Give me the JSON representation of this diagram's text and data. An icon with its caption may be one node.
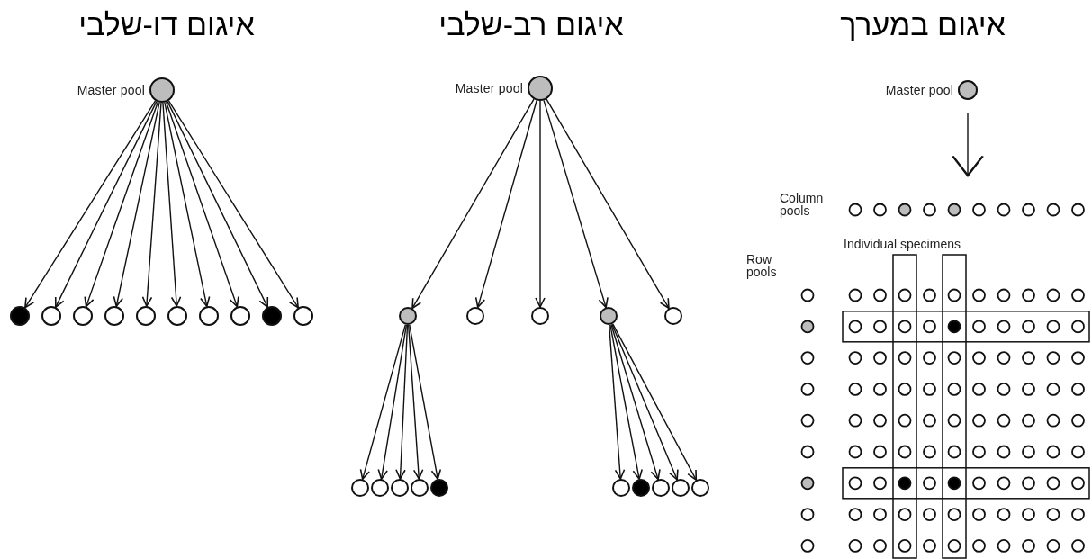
{
  "diagram": {
    "nodes": [
      {
        "text": [],
        "shape": "circle",
        "beside": [
          "Master pool"
        ]
      },
      {
        "text": [],
        "shape": "circle"
      },
      {
        "text": [],
        "shape": "circle"
      },
      {
        "text": [],
        "shape": "circle"
      },
      {
        "text": [],
        "shape": "circle"
      },
      {
        "text": [],
        "shape": "circle"
      },
      {
        "text": [],
        "shape": "circle"
      },
      {
        "text": [],
        "shape": "circle"
      },
      {
        "text": [],
        "shape": "circle"
      },
      {
        "text": [],
        "shape": "circle"
      },
      {
        "text": [],
        "shape": "circle"
      },
      {
        "text": [],
        "shape": "circle",
        "beside": [
          "Master pool"
        ]
      },
      {
        "text": [],
        "shape": "circle"
      },
      {
        "text": [],
        "shape": "circle"
      },
      {
        "text": [],
        "shape": "circle"
      },
      {
        "text": [],
        "shape": "circle"
      },
      {
        "text": [],
        "shape": "circle"
      },
      {
        "text": [],
        "shape": "circle"
      },
      {
        "text": [],
        "shape": "circle"
      },
      {
        "text": [],
        "shape": "circle"
      },
      {
        "text": [],
        "shape": "circle"
      },
      {
        "text": [],
        "shape": "circle"
      },
      {
        "text": [],
        "shape": "circle"
      },
      {
        "text": [],
        "shape": "circle"
      },
      {
        "text": [],
        "shape": "circle"
      },
      {
        "text": [],
        "shape": "circle"
      },
      {
        "text": [],
        "shape": "circle"
      },
      {
        "text": [],
        "shape": "circle",
        "beside": [
          "Master pool"
        ]
      }
    ],
    "edges": [
      {
        "from": 0,
        "to": 1,
        "arrow": "to"
      },
      {
        "from": 0,
        "to": 2,
        "arrow": "to"
      },
      {
        "from": 0,
        "to": 3,
        "arrow": "to"
      },
      {
        "from": 0,
        "to": 4,
        "arrow": "to"
      },
      {
        "from": 0,
        "to": 5,
        "arrow": "to"
      },
      {
        "from": 0,
        "to": 6,
        "arrow": "to"
      },
      {
        "from": 0,
        "to": 7,
        "arrow": "to"
      },
      {
        "from": 0,
        "to": 8,
        "arrow": "to"
      },
      {
        "from": 0,
        "to": 9,
        "arrow": "to"
      },
      {
        "from": 0,
        "to": 10,
        "arrow": "to"
      },
      {
        "from": 11,
        "to": 12,
        "arrow": "to"
      },
      {
        "from": 11,
        "to": 13,
        "arrow": "to"
      },
      {
        "from": 11,
        "to": 14,
        "arrow": "to"
      },
      {
        "from": 11,
        "to": 15,
        "arrow": "to"
      },
      {
        "from": 11,
        "to": 16,
        "arrow": "to"
      },
      {
        "from": 12,
        "to": 17,
        "arrow": "to"
      },
      {
        "from": 12,
        "to": 18,
        "arrow": "to"
      },
      {
        "from": 12,
        "to": 19,
        "arrow": "to"
      },
      {
        "from": 12,
        "to": 20,
        "arrow": "to"
      },
      {
        "from": 12,
        "to": 21,
        "arrow": "to"
      },
      {
        "from": 15,
        "to": 22,
        "arrow": "to"
      },
      {
        "from": 15,
        "to": 23,
        "arrow": "to"
      },
      {
        "from": 15,
        "to": 24,
        "arrow": "to"
      },
      {
        "from": 15,
        "to": 25,
        "arrow": "to"
      },
      {
        "from": 15,
        "to": 26,
        "arrow": "to"
      },
      {
        "from": 27,
        "to": null,
        "arrow": "to"
      }
    ],
    "labels": [
      "איגום דו-שלבי",
      "איגום רב-שלבי",
      "איגום במערך",
      "Column pools",
      "Individual specimens",
      "Row pools"
    ]
  }
}
